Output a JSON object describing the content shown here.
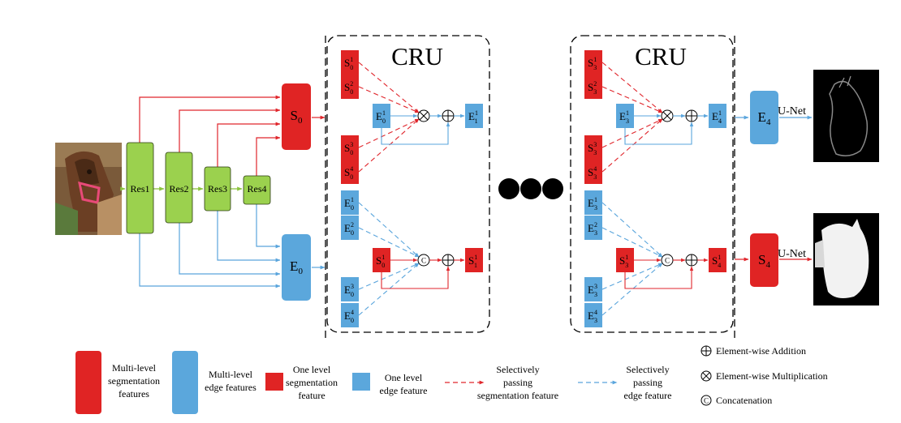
{
  "cru_title": "CRU",
  "residual_blocks": [
    "Res1",
    "Res2",
    "Res3",
    "Res4"
  ],
  "seg_main_base": "S",
  "seg_main_sub": "0",
  "edge_main_base": "E",
  "edge_main_sub": "0",
  "cru1": {
    "seg_inputs": [
      {
        "b": "S",
        "sub": "0",
        "sup": "1"
      },
      {
        "b": "S",
        "sub": "0",
        "sup": "2"
      },
      {
        "b": "S",
        "sub": "0",
        "sup": "3"
      },
      {
        "b": "S",
        "sub": "0",
        "sup": "4"
      }
    ],
    "edge_mid": {
      "b": "E",
      "sub": "0",
      "sup": "1"
    },
    "edge_out": {
      "b": "E",
      "sub": "1",
      "sup": "1"
    },
    "edge_inputs": [
      {
        "b": "E",
        "sub": "0",
        "sup": "1"
      },
      {
        "b": "E",
        "sub": "0",
        "sup": "2"
      },
      {
        "b": "E",
        "sub": "0",
        "sup": "3"
      },
      {
        "b": "E",
        "sub": "0",
        "sup": "4"
      }
    ],
    "seg_mid": {
      "b": "S",
      "sub": "0",
      "sup": "1"
    },
    "seg_out": {
      "b": "S",
      "sub": "1",
      "sup": "1"
    }
  },
  "cru2": {
    "seg_inputs": [
      {
        "b": "S",
        "sub": "3",
        "sup": "1"
      },
      {
        "b": "S",
        "sub": "3",
        "sup": "2"
      },
      {
        "b": "S",
        "sub": "3",
        "sup": "3"
      },
      {
        "b": "S",
        "sub": "3",
        "sup": "4"
      }
    ],
    "edge_mid": {
      "b": "E",
      "sub": "3",
      "sup": "1"
    },
    "edge_out": {
      "b": "E",
      "sub": "4",
      "sup": "1"
    },
    "edge_inputs": [
      {
        "b": "E",
        "sub": "3",
        "sup": "1"
      },
      {
        "b": "E",
        "sub": "3",
        "sup": "2"
      },
      {
        "b": "E",
        "sub": "3",
        "sup": "3"
      },
      {
        "b": "E",
        "sub": "3",
        "sup": "4"
      }
    ],
    "seg_mid": {
      "b": "S",
      "sub": "3",
      "sup": "1"
    },
    "seg_out": {
      "b": "S",
      "sub": "4",
      "sup": "1"
    }
  },
  "edge_final": {
    "b": "E",
    "sub": "4"
  },
  "seg_final": {
    "b": "S",
    "sub": "4"
  },
  "unet_label": "U-Net",
  "concat_symbol": "C",
  "legend": {
    "multi_seg": [
      "Multi-level",
      "segmentation",
      "features"
    ],
    "multi_edge": [
      "Multi-level",
      "edge features"
    ],
    "one_seg": [
      "One level",
      "segmentation",
      "feature"
    ],
    "one_edge": [
      "One level",
      "edge feature"
    ],
    "pass_seg": [
      "Selectively",
      "passing",
      "segmentation feature"
    ],
    "pass_edge": [
      "Selectively",
      "passing",
      "edge feature"
    ],
    "add": "Element-wise Addition",
    "mul": "Element-wise Multiplication",
    "concat": "Concatenation"
  },
  "colors": {
    "seg_red": "#e02424",
    "edge_blue": "#5ba7dc",
    "res_green": "#9bd14e",
    "arrow_red": "#e0262c",
    "arrow_blue": "#5aa5dc"
  }
}
